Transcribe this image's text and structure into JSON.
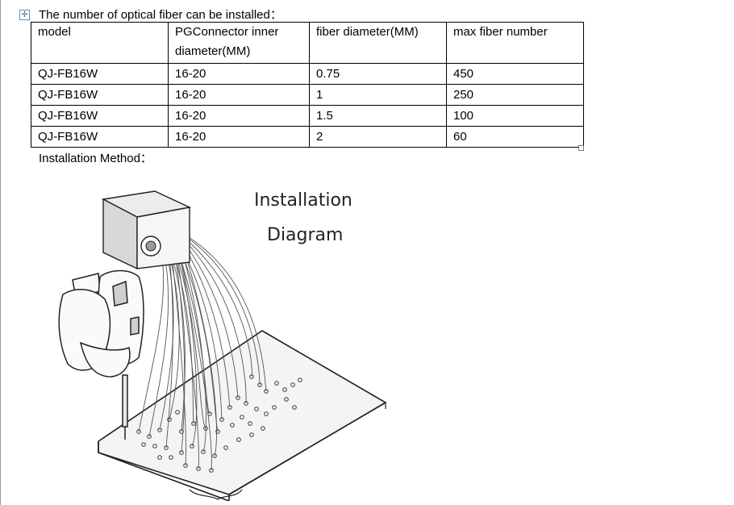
{
  "heading": "The number of optical fiber can be installed：",
  "table": {
    "headers": [
      "model",
      "PGConnector   inner diameter(MM)",
      "fiber diameter(MM)",
      "max fiber number"
    ],
    "rows": [
      [
        "QJ-FB16W",
        "16-20",
        "0.75",
        "450"
      ],
      [
        "QJ-FB16W",
        "16-20",
        "1",
        "250"
      ],
      [
        "QJ-FB16W",
        "16-20",
        "1.5",
        "100"
      ],
      [
        "QJ-FB16W",
        "16-20",
        "2",
        "60"
      ]
    ]
  },
  "installation_label": "Installation Method：",
  "diagram": {
    "title_line1": "Installation",
    "title_line2": "Diagram"
  }
}
